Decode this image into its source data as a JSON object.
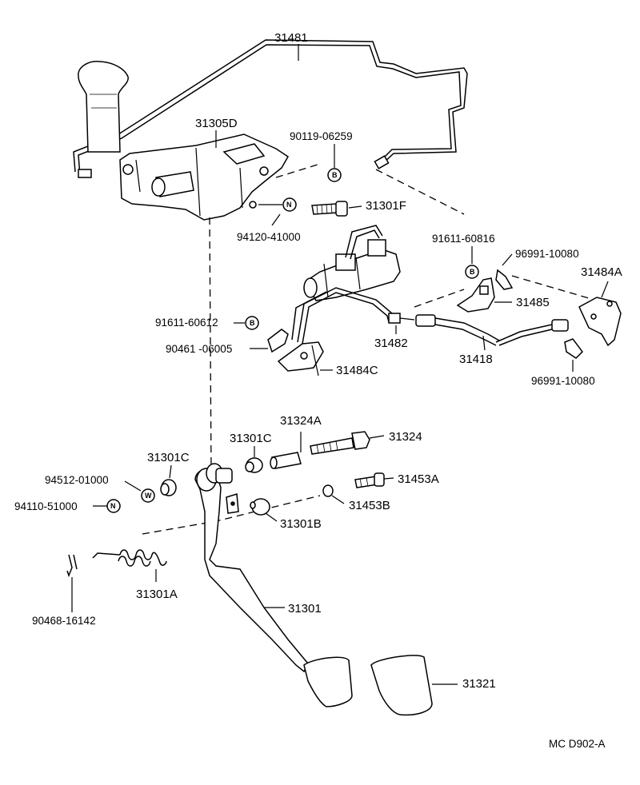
{
  "labels": {
    "p31481": "31481",
    "p31305D": "31305D",
    "p90119_06259": "90119-06259",
    "p31301F": "31301F",
    "p94120_41000": "94120-41000",
    "p91611_60816": "91611-60816",
    "p96991_10080_top": "96991-10080",
    "p31484A": "31484A",
    "p91611_60612": "91611-60612",
    "p31485": "31485",
    "p90461_06005": "90461 -06005",
    "p31482": "31482",
    "p31418": "31418",
    "p31484C": "31484C",
    "p96991_10080_bottom": "96991-10080",
    "p31324A": "31324A",
    "p31301C_upper": "31301C",
    "p31324": "31324",
    "p31301C_left": "31301C",
    "p94512_01000": "94512-01000",
    "p31453A": "31453A",
    "p94110_51000": "94110-51000",
    "p31453B": "31453B",
    "p31301B": "31301B",
    "p31301A": "31301A",
    "p31301": "31301",
    "p90468_16142": "90468-16142",
    "p31321": "31321",
    "diagram_code": "MC D902-A"
  },
  "markers": {
    "b": "B",
    "n": "N",
    "w": "W"
  },
  "colors": {
    "ink": "#000000",
    "paper": "#ffffff",
    "shade": "#cfcfcf"
  }
}
